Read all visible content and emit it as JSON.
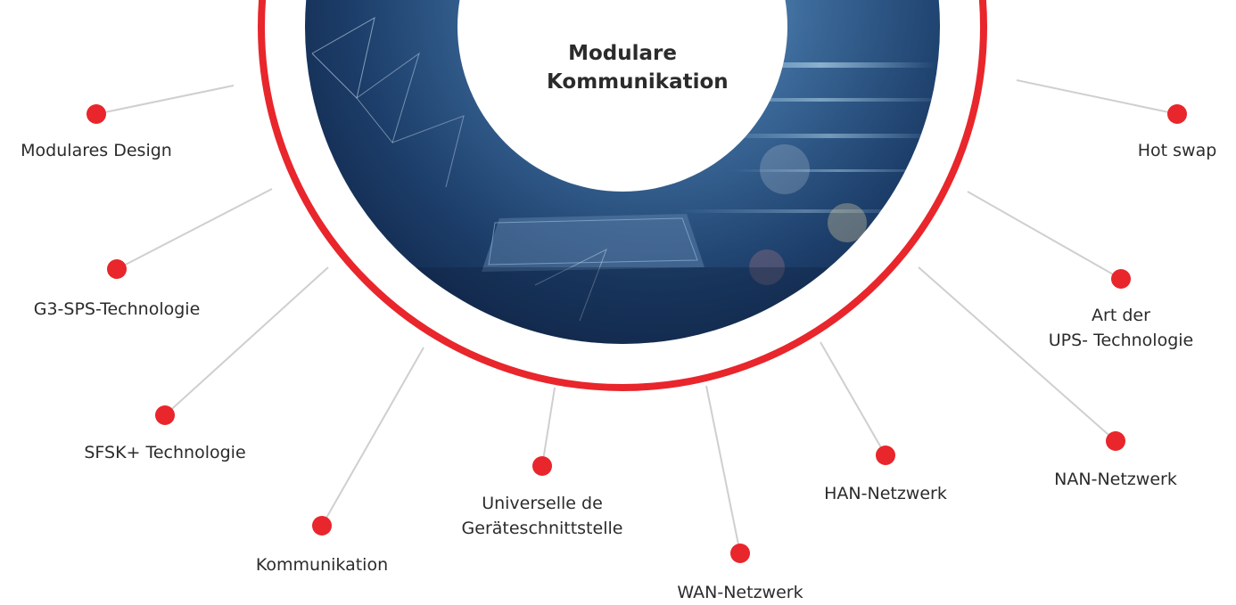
{
  "center": {
    "title_line1": "Modulare",
    "title_line2": "Kommunikation"
  },
  "colors": {
    "accent": "#e8262b",
    "connector": "#cfcfcf",
    "text": "#2b2b2b"
  },
  "nodes": [
    {
      "label_lines": [
        "Modulares Design"
      ]
    },
    {
      "label_lines": [
        "G3-SPS-Technologie"
      ]
    },
    {
      "label_lines": [
        "SFSK+ Technologie"
      ]
    },
    {
      "label_lines": [
        "Kommunikation"
      ]
    },
    {
      "label_lines": [
        "Universelle de",
        "Geräteschnittstelle"
      ]
    },
    {
      "label_lines": [
        "WAN-Netzwerk"
      ]
    },
    {
      "label_lines": [
        "HAN-Netzwerk"
      ]
    },
    {
      "label_lines": [
        "NAN-Netzwerk"
      ]
    },
    {
      "label_lines": [
        "Art der",
        "UPS- Technologie"
      ]
    },
    {
      "label_lines": [
        "Hot swap"
      ]
    }
  ]
}
